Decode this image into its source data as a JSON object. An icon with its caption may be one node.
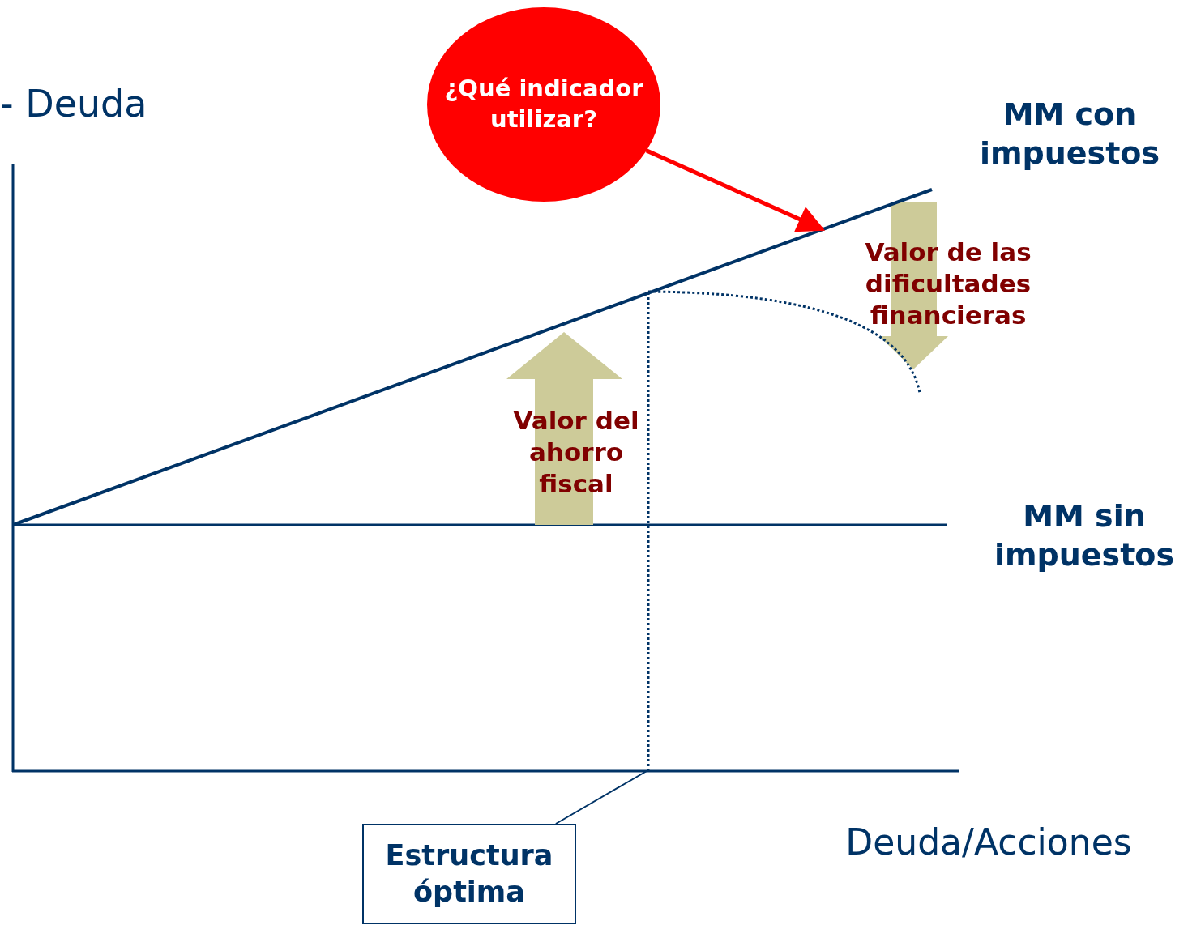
{
  "diagram": {
    "nodes": [
      {
        "text": [
          "¿Qué indicador utilizar?"
        ]
      },
      {
        "text": [],
        "shape": "line"
      },
      {
        "text": [
          "Estructura óptima"
        ]
      }
    ],
    "edges": [
      {
        "from": 0,
        "to": 1,
        "arrow": "to",
        "style": "thick",
        "color": "#ff0000"
      },
      {
        "from": 2,
        "to": null,
        "arrow": "none",
        "color": "#003366"
      }
    ],
    "labels": [
      "- Deuda",
      "MM con impuestos",
      "Valor de las dificultades financieras",
      "Valor del ahorro fiscal",
      "MM sin impuestos",
      "Deuda/Acciones"
    ]
  }
}
